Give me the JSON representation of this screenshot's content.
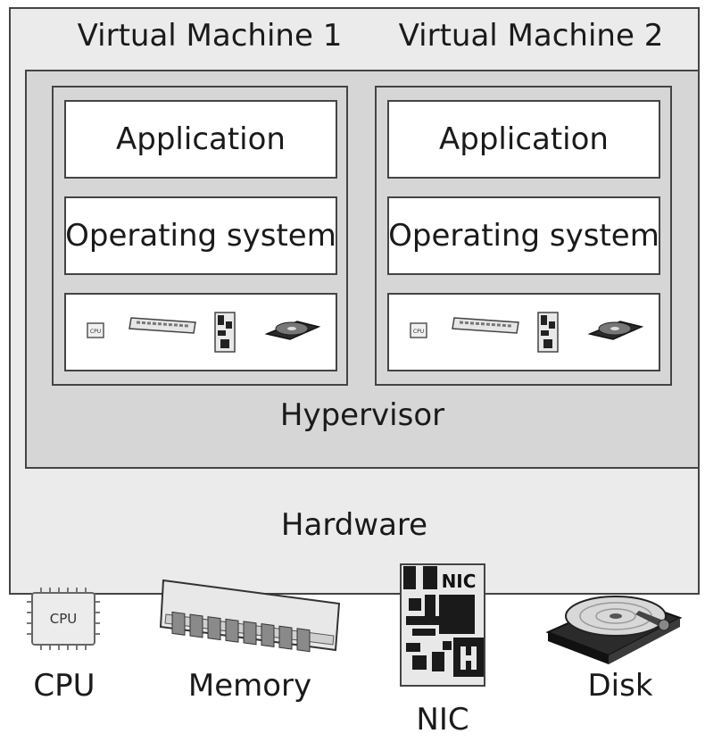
{
  "vm_titles": [
    "Virtual Machine 1",
    "Virtual Machine 2"
  ],
  "layers": {
    "application": "Application",
    "operating_system": "Operating system"
  },
  "hypervisor": "Hypervisor",
  "hardware": "Hardware",
  "devices": {
    "cpu": "CPU",
    "memory": "Memory",
    "nic": "NIC",
    "disk": "Disk"
  },
  "icon_text": {
    "cpu_chip": "CPU",
    "nic_card": "NIC"
  },
  "colors": {
    "hardware_fill": "#ebebeb",
    "hypervisor_fill": "#d6d6d6",
    "layer_fill": "#ffffff",
    "border": "#444444"
  }
}
